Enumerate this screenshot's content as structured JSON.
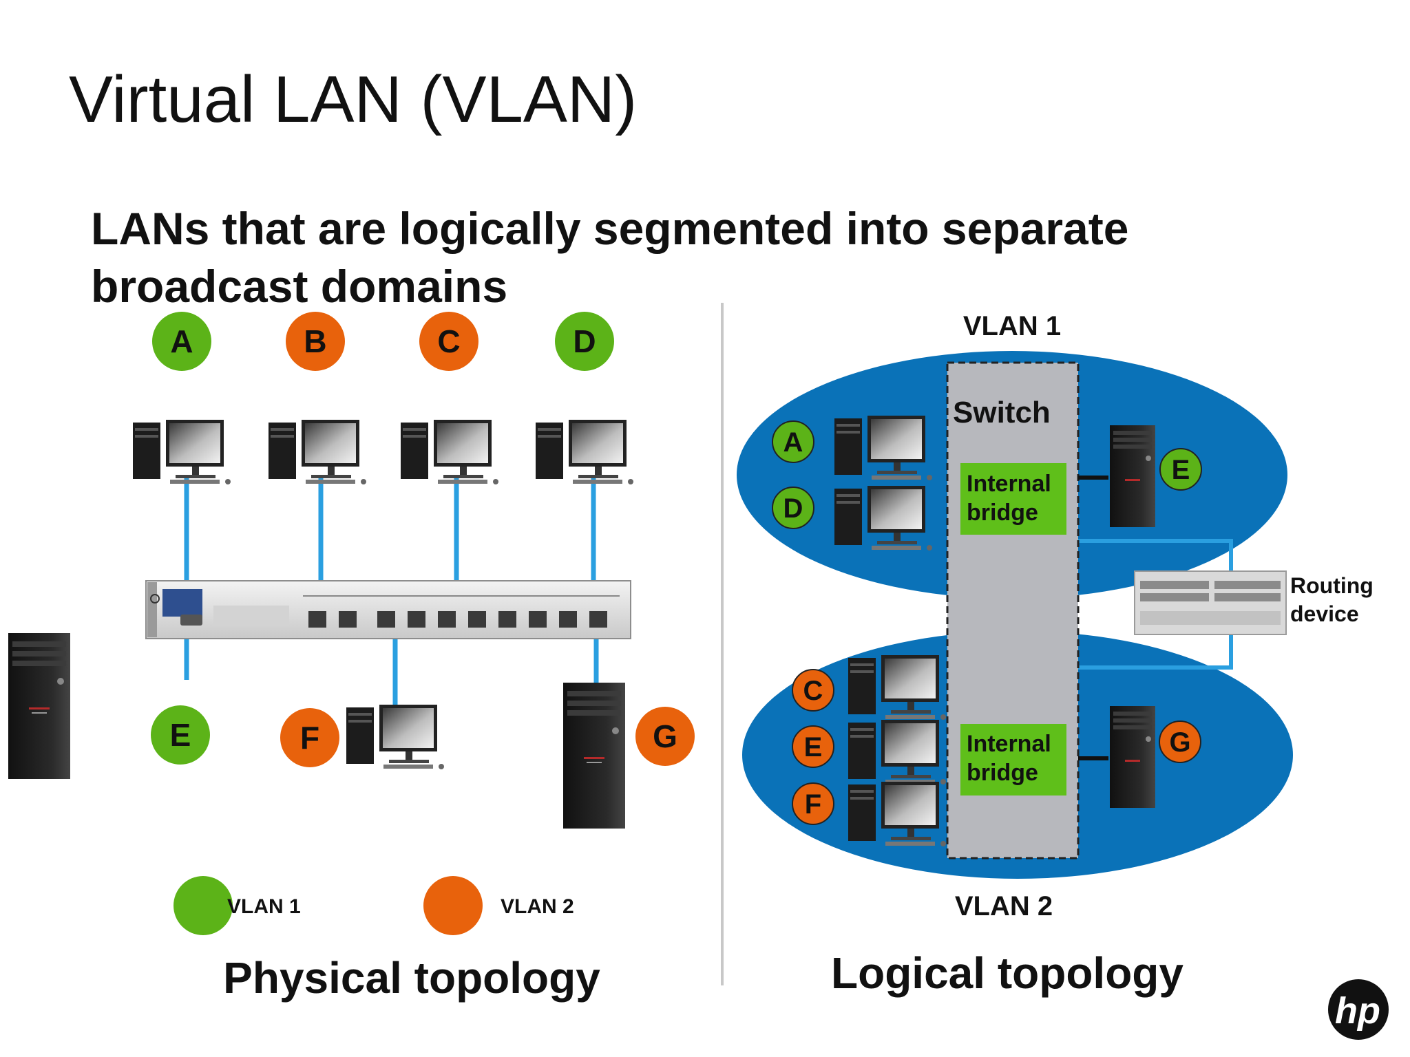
{
  "title": "Virtual LAN (VLAN)",
  "subtitle": "LANs that are logically segmented into separate broadcast domains",
  "colors": {
    "vlan1": "#5cb318",
    "vlan2": "#e8620c",
    "network_cable": "#2a9fe0",
    "logical_ellipse": "#0a72b8",
    "switch_box": "#b7b8bd",
    "bridge": "#5fbf1a"
  },
  "physical": {
    "caption": "Physical topology",
    "top_nodes": [
      {
        "label": "A",
        "vlan": "vlan1"
      },
      {
        "label": "B",
        "vlan": "vlan2"
      },
      {
        "label": "C",
        "vlan": "vlan2"
      },
      {
        "label": "D",
        "vlan": "vlan1"
      }
    ],
    "bottom_nodes": [
      {
        "label": "E",
        "vlan": "vlan1"
      },
      {
        "label": "F",
        "vlan": "vlan2"
      },
      {
        "label": "G",
        "vlan": "vlan2"
      }
    ],
    "legend": [
      {
        "label": "VLAN 1",
        "vlan": "vlan1"
      },
      {
        "label": "VLAN 2",
        "vlan": "vlan2"
      }
    ]
  },
  "logical": {
    "caption": "Logical topology",
    "vlan1_label": "VLAN 1",
    "vlan2_label": "VLAN 2",
    "switch_label": "Switch",
    "bridge_top": {
      "line1": "Internal",
      "line2": "bridge"
    },
    "bridge_bottom": {
      "line1": "Internal",
      "line2": "bridge"
    },
    "routing": {
      "line1": "Routing",
      "line2": "device"
    },
    "vlan1_nodes": [
      {
        "label": "A",
        "vlan": "vlan1"
      },
      {
        "label": "D",
        "vlan": "vlan1"
      },
      {
        "label": "E",
        "vlan": "vlan1"
      }
    ],
    "vlan2_nodes": [
      {
        "label": "C",
        "vlan": "vlan2"
      },
      {
        "label": "E",
        "vlan": "vlan2"
      },
      {
        "label": "F",
        "vlan": "vlan2"
      },
      {
        "label": "G",
        "vlan": "vlan2"
      }
    ]
  },
  "logo_text": "hp"
}
